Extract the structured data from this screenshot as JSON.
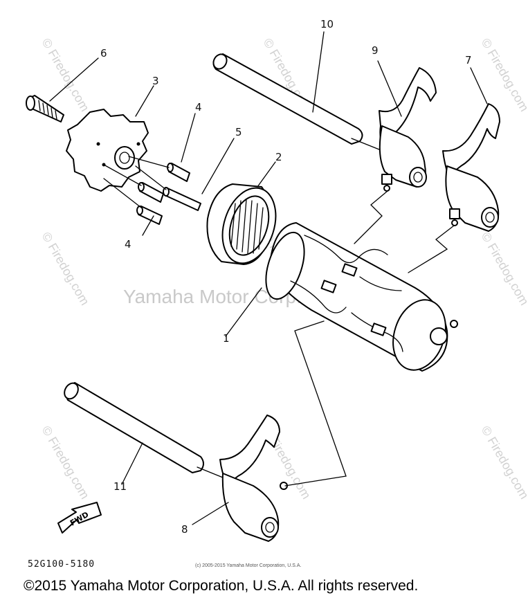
{
  "diagram": {
    "callouts": {
      "c1": "1",
      "c2": "2",
      "c3": "3",
      "c4a": "4",
      "c4b": "4",
      "c5": "5",
      "c6": "6",
      "c7": "7",
      "c8": "8",
      "c9": "9",
      "c10": "10",
      "c11": "11"
    },
    "fwd_label": "FWD",
    "watermark_main": "Yamaha Motor Corp. U.S.A.",
    "watermark_side": "© Firedog.com",
    "part_number": "52G100-5180",
    "small_copyright": "(c) 2005-2015 Yamaha Motor Corporation, U.S.A.",
    "copyright": "©2015 Yamaha Motor Corporation, U.S.A. All rights reserved."
  },
  "colors": {
    "ink": "#000000",
    "watermark": "#c9c9c9",
    "background": "#ffffff"
  }
}
